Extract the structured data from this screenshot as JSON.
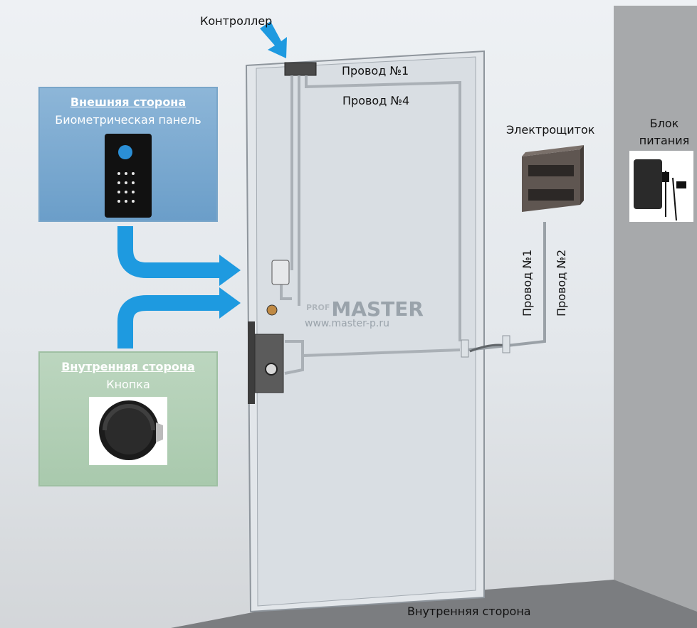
{
  "labels": {
    "controller": "Контроллер",
    "wire1_top": "Провод №1",
    "wire4_top": "Провод №4",
    "panel": "Электрощиток",
    "psu": "Блок питания",
    "wire1_side": "Провод №1",
    "wire2_side": "Провод №2",
    "bottom": "Внутренняя сторона"
  },
  "outer_box": {
    "title": "Внешняя сторона",
    "subtitle": "Биометрическая панель"
  },
  "inner_box": {
    "title": "Внутренняя сторона",
    "subtitle": "Кнопка"
  },
  "watermark": {
    "prefix": "PROF",
    "name": "MASTER",
    "url": "www.master-p.ru"
  },
  "colors": {
    "arrow": "#1e9ae0",
    "outer_box": "#6b9ec9",
    "inner_box": "#a9c9ad",
    "door": "#dfe3e8",
    "wall": "#a7a9ab",
    "panel": "#5f5651"
  }
}
